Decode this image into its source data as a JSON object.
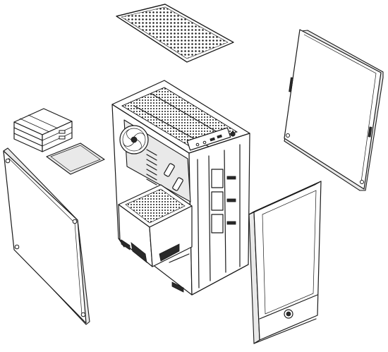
{
  "diagram": {
    "parts": [
      {
        "id": "top-dust-filter",
        "icon": "mesh-filter-icon"
      },
      {
        "id": "right-side-panel",
        "icon": "panel-icon"
      },
      {
        "id": "drive-cage",
        "icon": "drive-cage-icon"
      },
      {
        "id": "drive-cover-plate",
        "icon": "plate-icon"
      },
      {
        "id": "tempered-glass-side-panel",
        "icon": "glass-panel-icon"
      },
      {
        "id": "chassis-frame",
        "icon": "pc-case-icon"
      },
      {
        "id": "front-panel",
        "icon": "front-panel-icon"
      }
    ],
    "colors": {
      "line": "#1a1a1a",
      "background": "#ffffff",
      "shade": "#e9e9e9",
      "dark": "#2a2a2a"
    }
  }
}
